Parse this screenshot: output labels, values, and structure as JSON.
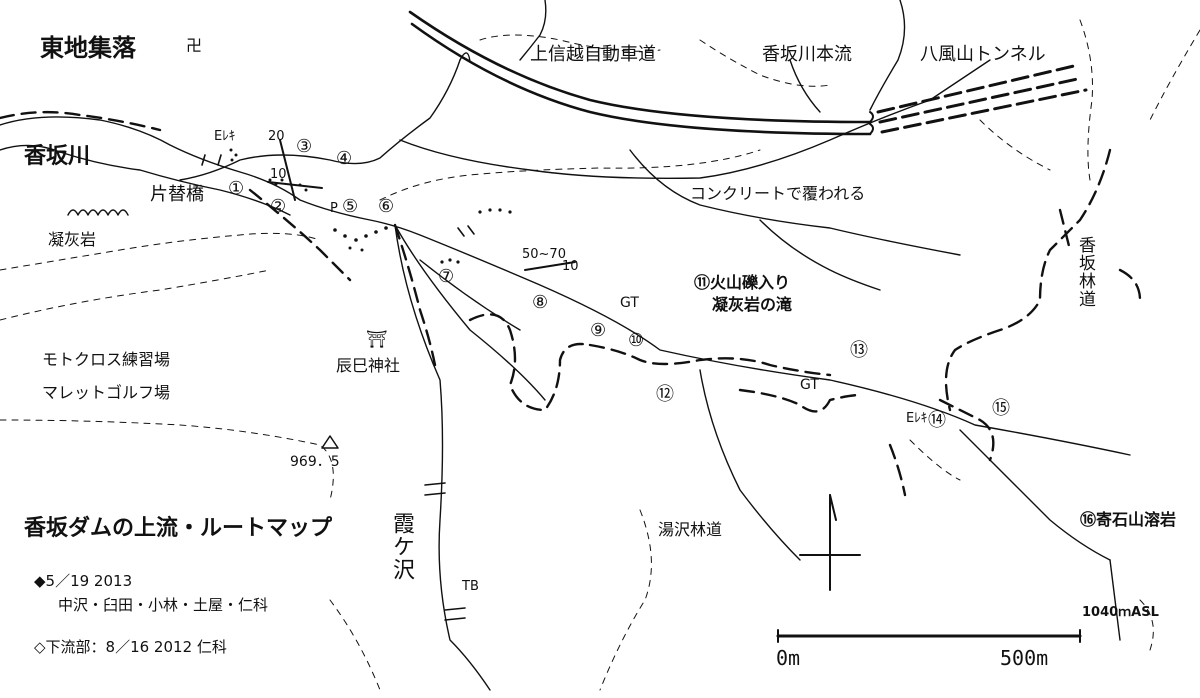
{
  "map": {
    "labels": {
      "village": "東地集落",
      "temple_symbol": "卍",
      "expressway": "上信越自動車道",
      "main_stream": "香坂川本流",
      "tunnel": "八風山トンネル",
      "river": "香坂川",
      "bridge": "片替橋",
      "tuff": "凝灰岩",
      "concrete": "コンクリートで覆われる",
      "forest_road_kosaka": "香坂林道",
      "motocross": "モトクロス練習場",
      "mallet_golf": "マレットゴルフ場",
      "shrine_symbol": "⛩",
      "shrine": "辰巳神社",
      "waterfall_line1": "⑪火山礫入り",
      "waterfall_line2": "凝灰岩の滝",
      "elevation_peak": "969．5",
      "gt_1": "GT",
      "gt_2": "GT",
      "yuzawa_road": "湯沢林道",
      "kasumigasawa": "霞ケ沢",
      "tb": "TB",
      "lava": "⑯寄石山溶岩",
      "asl": "1040ｍASL",
      "elh_1": "Eﾚｷ",
      "elh_2": "Eﾚｷ",
      "strike_20": "20",
      "strike_10a": "10",
      "strike_50_70": "50~70",
      "strike_10b": "10",
      "p_mark": "P"
    },
    "stations": [
      "①",
      "②",
      "③",
      "④",
      "⑤",
      "⑥",
      "⑦",
      "⑧",
      "⑨",
      "⑩",
      "⑫",
      "⑬",
      "⑭",
      "⑮"
    ],
    "title": "香坂ダムの上流・ルートマップ",
    "survey": {
      "line1": "◆5／19 2013",
      "line2": "中沢・臼田・小林・土屋・仁科",
      "line3": "◇下流部：8／16 2012 仁科"
    },
    "scale": {
      "start": "0m",
      "end": "500m"
    }
  }
}
